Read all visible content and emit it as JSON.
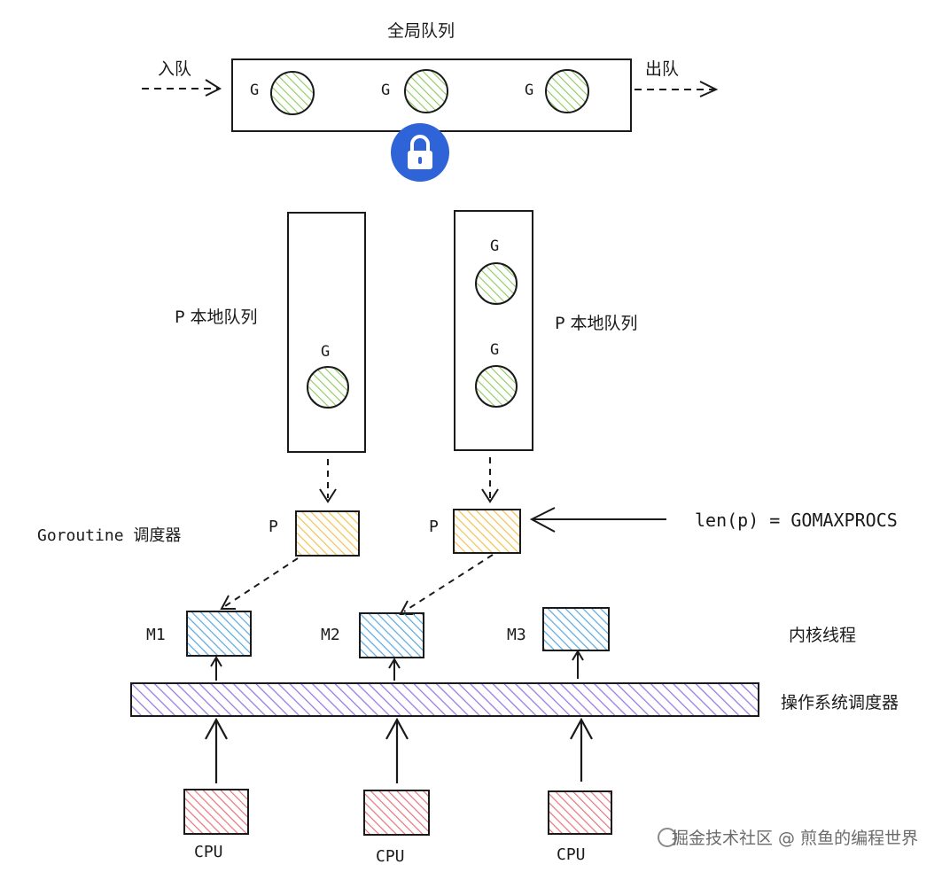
{
  "global_queue": {
    "title": "全局队列",
    "enqueue_label": "入队",
    "dequeue_label": "出队",
    "goroutine_labels": [
      "G",
      "G",
      "G"
    ]
  },
  "local_queues": [
    {
      "label": "P 本地队列",
      "goroutine_labels": [
        "G"
      ]
    },
    {
      "label": "P 本地队列",
      "goroutine_labels": [
        "G",
        "G"
      ]
    }
  ],
  "scheduler": {
    "label": "Goroutine 调度器",
    "processors": [
      "P",
      "P"
    ],
    "formula": "len(p) = GOMAXPROCS"
  },
  "kernel_threads": {
    "label": "内核线程",
    "threads": [
      "M1",
      "M2",
      "M3"
    ]
  },
  "os_scheduler": {
    "label": "操作系统调度器"
  },
  "cpus": [
    "CPU",
    "CPU",
    "CPU"
  ],
  "watermark": "掘金技术社区 @ 煎鱼的编程世界",
  "colors": {
    "goroutine_fill": "#a8d878",
    "processor_fill": "#f2c24e",
    "thread_fill": "#5aa7e0",
    "os_bar_fill": "#9b7be6",
    "cpu_fill": "#e8747c",
    "lock_fill": "#2f63d8"
  }
}
